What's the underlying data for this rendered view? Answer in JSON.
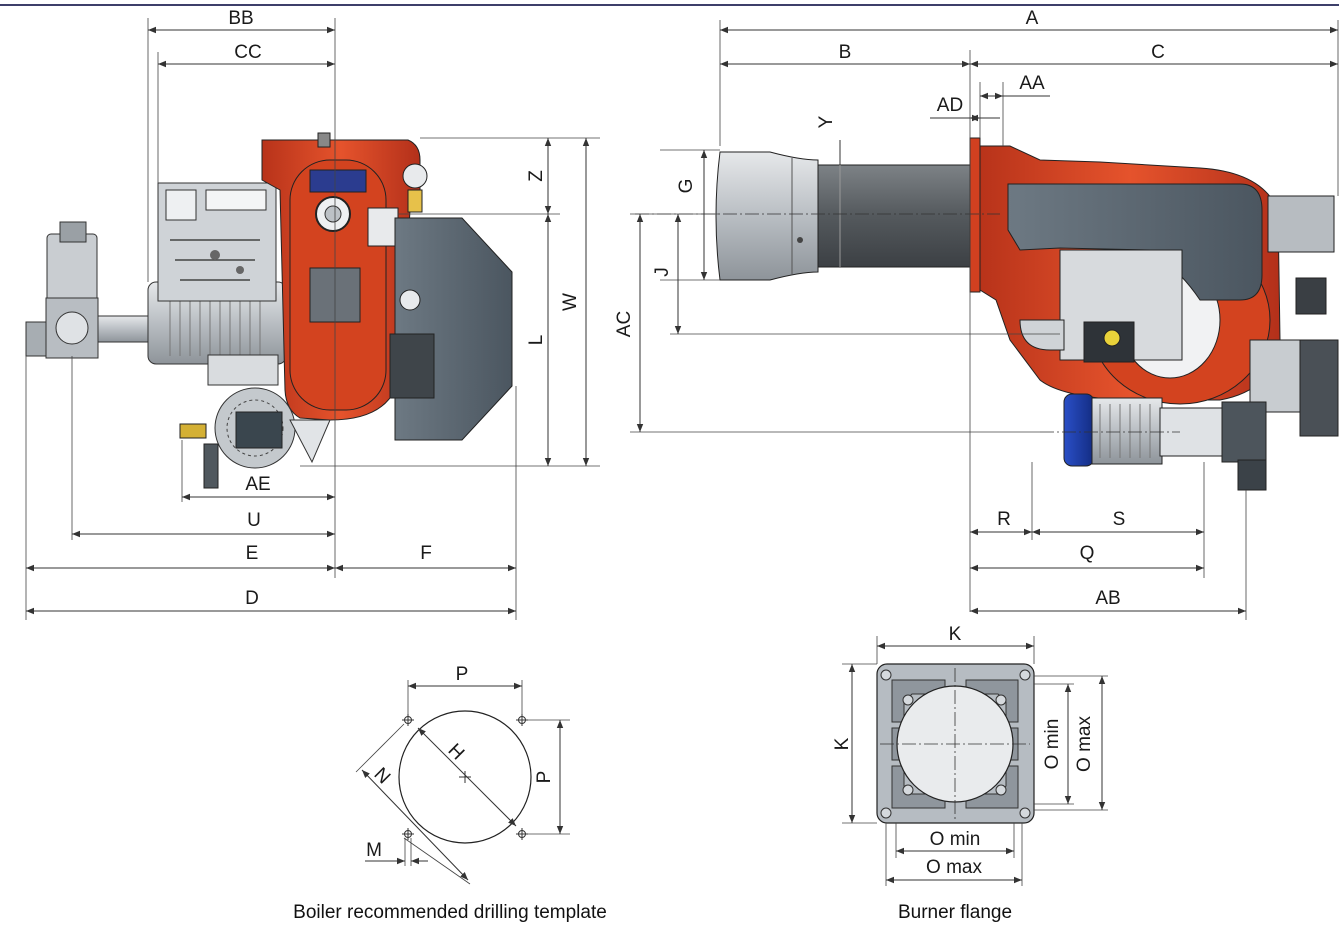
{
  "dimensions": {
    "side_view": [
      "BB",
      "CC",
      "Z",
      "W",
      "L",
      "AE",
      "U",
      "E",
      "F",
      "D"
    ],
    "top_view": [
      "A",
      "B",
      "C",
      "AA",
      "AD",
      "Y",
      "G",
      "J",
      "AC",
      "R",
      "S",
      "Q",
      "AB"
    ],
    "drilling_template": [
      "P",
      "P",
      "H",
      "N",
      "M"
    ],
    "flange": [
      "K",
      "K",
      "O min",
      "O max",
      "O min",
      "O max"
    ]
  },
  "captions": {
    "drilling_template": "Boiler recommended drilling template",
    "burner_flange": "Burner flange"
  },
  "colors": {
    "burner_body": "#d9431f",
    "housing_grey": "#5e6b76",
    "motor_blue": "#1f3fa8",
    "steel": "#c8ccd0",
    "line": "#333333"
  }
}
